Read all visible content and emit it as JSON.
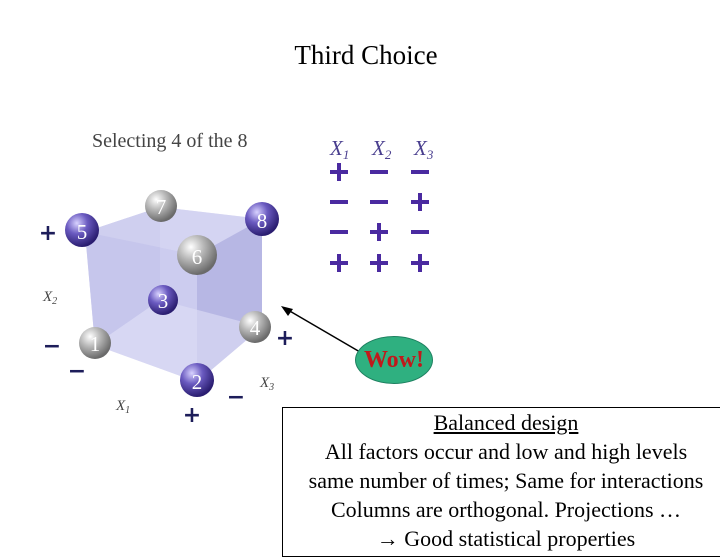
{
  "title": "Third Choice",
  "cube": {
    "caption": "Selecting 4 of the 8",
    "axis_labels": {
      "x1": "X",
      "x1_sub": "1",
      "x2": "X",
      "x2_sub": "2",
      "x3": "X",
      "x3_sub": "3"
    },
    "signs": {
      "plus": "+",
      "minus": "−"
    },
    "vertices": [
      {
        "label": "1",
        "selected": false
      },
      {
        "label": "2",
        "selected": true
      },
      {
        "label": "3",
        "selected": true
      },
      {
        "label": "4",
        "selected": false
      },
      {
        "label": "5",
        "selected": true
      },
      {
        "label": "6",
        "selected": false
      },
      {
        "label": "7",
        "selected": false
      },
      {
        "label": "8",
        "selected": true
      }
    ]
  },
  "design_table": {
    "headers": [
      "X1",
      "X2",
      "X3"
    ],
    "rows": [
      [
        "+",
        "-",
        "-"
      ],
      [
        "-",
        "-",
        "+"
      ],
      [
        "-",
        "+",
        "-"
      ],
      [
        "+",
        "+",
        "+"
      ]
    ]
  },
  "wow": "Wow!",
  "note": {
    "line1": "Balanced design",
    "line2": "All factors occur and low and high levels",
    "line3": "same number of times;  Same for interactions",
    "line4": "Columns are orthogonal. Projections …",
    "line5_arrow": "→",
    "line5": " Good statistical properties"
  },
  "colors": {
    "sign": "#4a3f8f",
    "sign_table": "#4a2aa0",
    "cube_face": "#b9b9e6",
    "selected_ball": "#5a4ab0",
    "unselected_ball": "#9a9a9a",
    "wow_fill": "#2fb080",
    "wow_text": "#c0191b"
  }
}
